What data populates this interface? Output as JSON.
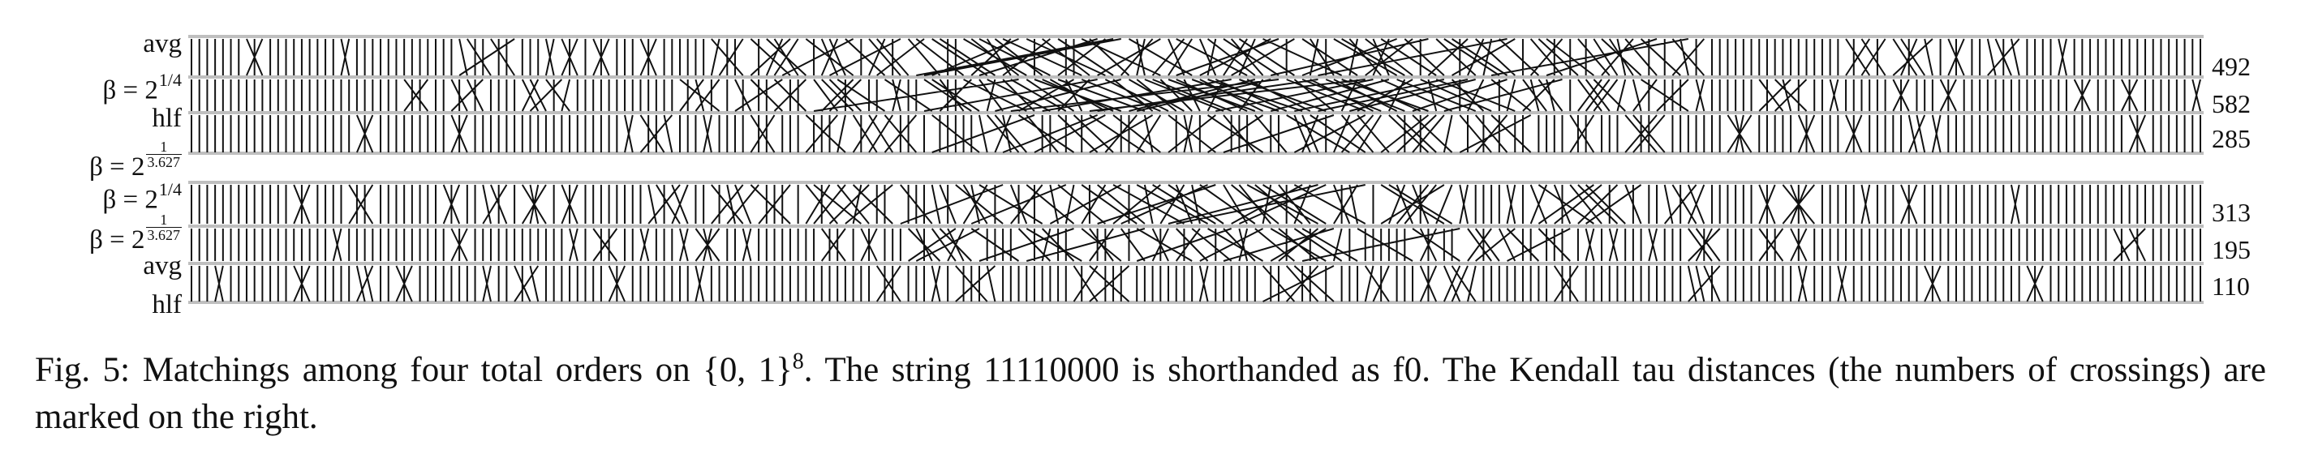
{
  "figure": {
    "upper_panel": {
      "rows": [
        {
          "label": "avg"
        },
        {
          "label_prefix": "β = 2",
          "exponent": "1/4"
        },
        {
          "label": "hlf"
        },
        {
          "label_prefix": "β = 2",
          "exponent_numerator": "1",
          "exponent_denominator": "3.627"
        }
      ],
      "kendall_tau": [
        "492",
        "582",
        "285"
      ]
    },
    "lower_panel": {
      "rows": [
        {
          "label_prefix": "β = 2",
          "exponent": "1/4"
        },
        {
          "label_prefix": "β = 2",
          "exponent_numerator": "1",
          "exponent_denominator": "3.627"
        },
        {
          "label": "avg"
        },
        {
          "label": "hlf"
        }
      ],
      "kendall_tau": [
        "313",
        "195",
        "110"
      ]
    },
    "string_bits": 8,
    "num_strings": 256,
    "colors": {
      "ink": "#111111",
      "background": "#ffffff"
    }
  },
  "caption": {
    "fig_label": "Fig. 5:",
    "part1": "Matchings among four total orders on {0, 1}",
    "superscript": "8",
    "part2": ". The string 11110000 is shorthanded as f0. The Kendall tau distances (the numbers of crossings) are marked on the right."
  }
}
